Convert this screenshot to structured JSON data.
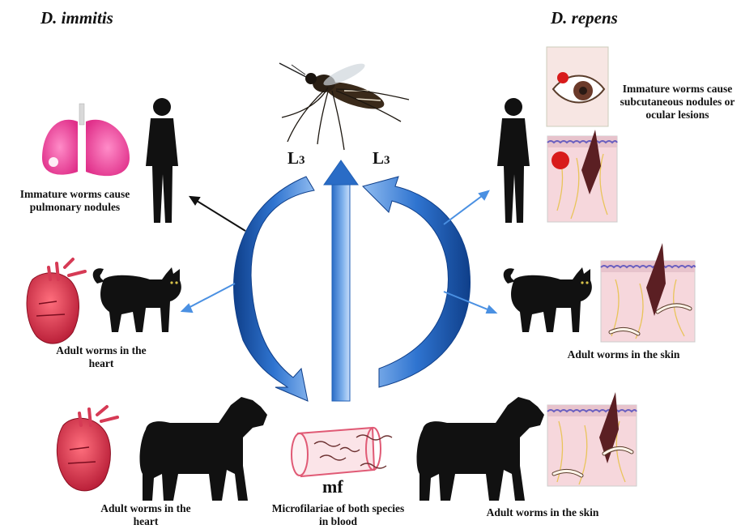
{
  "titles": {
    "left": "D. immitis",
    "right": "D. repens"
  },
  "larva": {
    "left_main": "L",
    "left_sub": "3",
    "right_main": "L",
    "right_sub": "3"
  },
  "mf_label": "mf",
  "labels": {
    "left_human": "Immature worms cause pulmonary nodules",
    "left_cat": "Adult worms in the heart",
    "left_dog": "Adult worms in the heart",
    "center_blood": "Microfilariae of both species in blood",
    "right_human": "Immature worms cause subcutaneous nodules or ocular lesions",
    "right_cat": "Adult worms in the skin",
    "right_dog": "Adult worms in the skin"
  },
  "colors": {
    "arrow_blue": "#1f5fb5",
    "arrow_light": "#6fa3e0",
    "organ_pink": "#e8338a",
    "heart_red": "#c41d3a",
    "skin_pink": "#f6d7dc",
    "silhouette": "#111111"
  }
}
